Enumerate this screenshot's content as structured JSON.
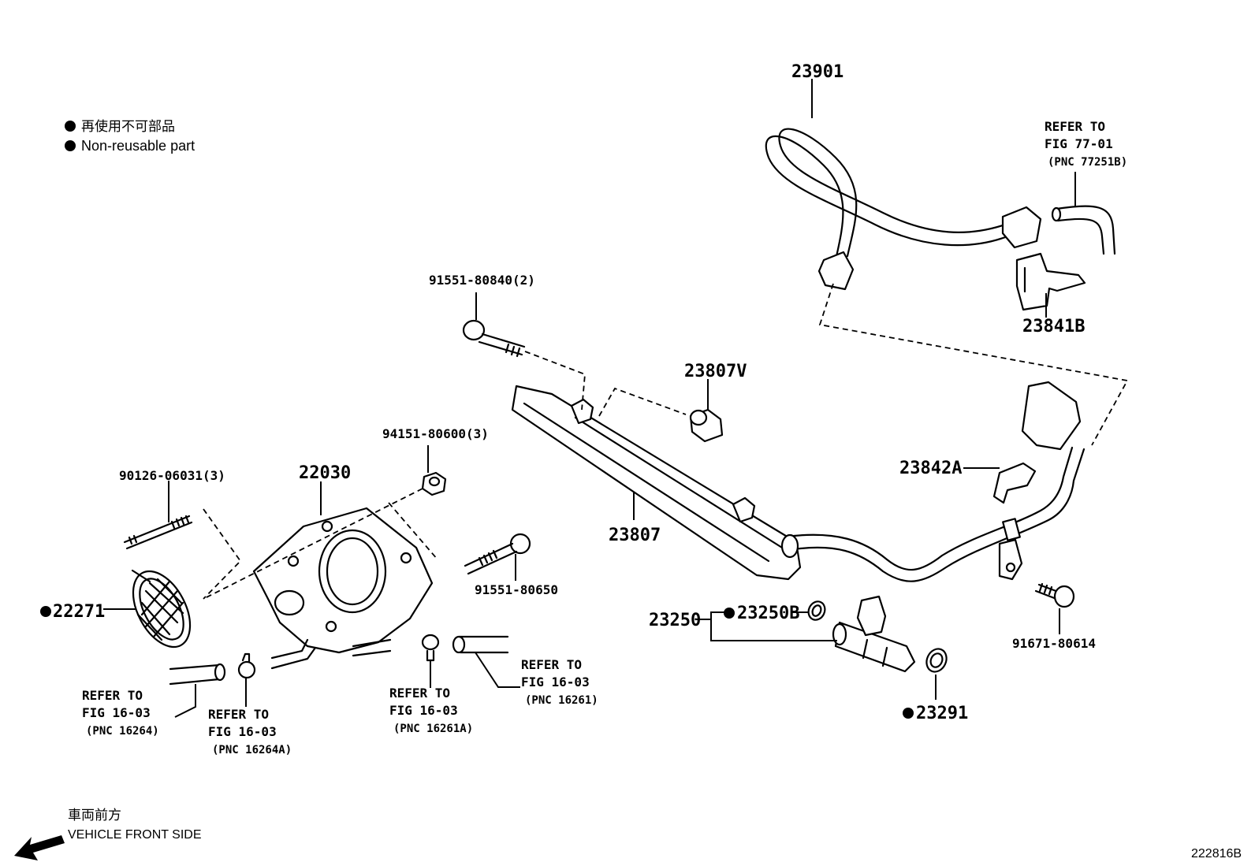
{
  "legend": {
    "ja_label": "再使用不可部品",
    "en_label": "Non-reusable part"
  },
  "parts": {
    "p23901": "23901",
    "p23841B": "23841B",
    "p23842A": "23842A",
    "p91551_80840": "91551-80840(2)",
    "p23807V": "23807V",
    "p23807": "23807",
    "p94151_80600": "94151-80600(3)",
    "p90126_06031": "90126-06031(3)",
    "p22030": "22030",
    "p91551_80650": "91551-80650",
    "p22271": "22271",
    "p23250": "23250",
    "p23250B": "23250B",
    "p23291": "23291",
    "p91671_80614": "91671-80614"
  },
  "refs": {
    "r77251B": {
      "line1": "REFER TO",
      "line2": "FIG 77-01",
      "pnc": "(PNC 77251B)"
    },
    "r16264": {
      "line1": "REFER TO",
      "line2": "FIG 16-03",
      "pnc": "(PNC 16264)"
    },
    "r16264A": {
      "line1": "REFER TO",
      "line2": "FIG 16-03",
      "pnc": "(PNC 16264A)"
    },
    "r16261A": {
      "line1": "REFER TO",
      "line2": "FIG 16-03",
      "pnc": "(PNC 16261A)"
    },
    "r16261": {
      "line1": "REFER TO",
      "line2": "FIG 16-03",
      "pnc": "(PNC 16261)"
    }
  },
  "direction": {
    "ja_label": "車両前方",
    "en_label": "VEHICLE FRONT SIDE"
  },
  "figure_id": "222816B"
}
